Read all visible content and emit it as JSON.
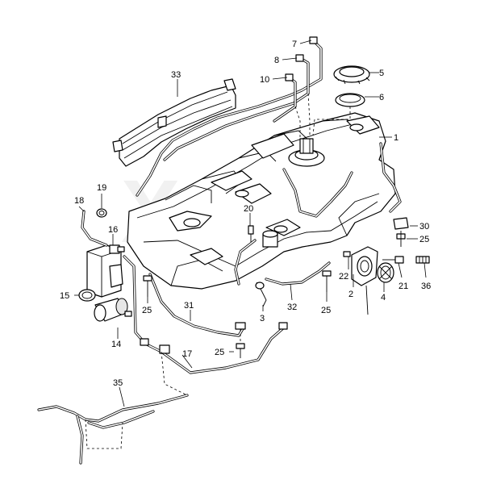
{
  "watermark": "Xtras",
  "callouts": [
    {
      "id": "c1",
      "text": "1"
    },
    {
      "id": "c2",
      "text": "2"
    },
    {
      "id": "c3",
      "text": "3"
    },
    {
      "id": "c4",
      "text": "4"
    },
    {
      "id": "c5",
      "text": "5"
    },
    {
      "id": "c6",
      "text": "6"
    },
    {
      "id": "c7",
      "text": "7"
    },
    {
      "id": "c8",
      "text": "8"
    },
    {
      "id": "c10",
      "text": "10"
    },
    {
      "id": "c14",
      "text": "14"
    },
    {
      "id": "c15",
      "text": "15"
    },
    {
      "id": "c16",
      "text": "16"
    },
    {
      "id": "c17",
      "text": "17"
    },
    {
      "id": "c18",
      "text": "18"
    },
    {
      "id": "c19",
      "text": "19"
    },
    {
      "id": "c20",
      "text": "20"
    },
    {
      "id": "c21",
      "text": "21"
    },
    {
      "id": "c22",
      "text": "22"
    },
    {
      "id": "c25a",
      "text": "25"
    },
    {
      "id": "c25b",
      "text": "25"
    },
    {
      "id": "c25c",
      "text": "25"
    },
    {
      "id": "c25d",
      "text": "25"
    },
    {
      "id": "c30",
      "text": "30"
    },
    {
      "id": "c31",
      "text": "31"
    },
    {
      "id": "c32",
      "text": "32"
    },
    {
      "id": "c33",
      "text": "33"
    },
    {
      "id": "c35",
      "text": "35"
    },
    {
      "id": "c36",
      "text": "36"
    }
  ]
}
